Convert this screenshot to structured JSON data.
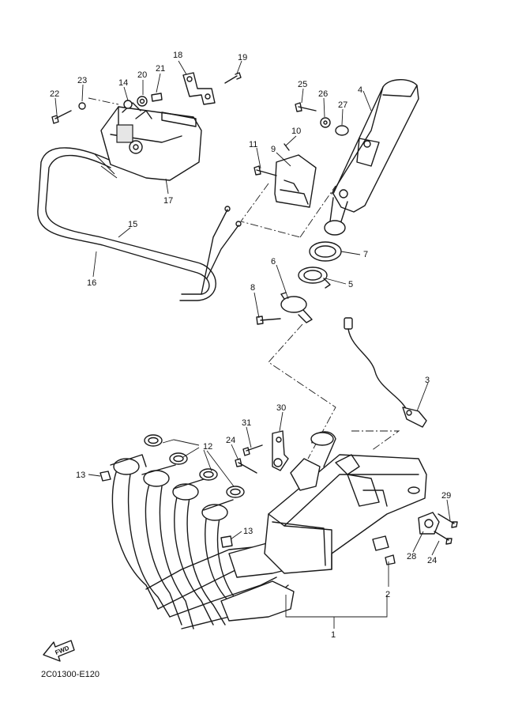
{
  "diagram": {
    "drawing_code": "2C01300-E120",
    "direction_label": "FWD",
    "callouts": [
      "1",
      "2",
      "3",
      "4",
      "5",
      "6",
      "7",
      "8",
      "9",
      "10",
      "11",
      "12",
      "13",
      "13",
      "14",
      "15",
      "16",
      "17",
      "18",
      "19",
      "20",
      "21",
      "22",
      "23",
      "24",
      "24",
      "25",
      "26",
      "27",
      "28",
      "29",
      "30",
      "31"
    ]
  }
}
